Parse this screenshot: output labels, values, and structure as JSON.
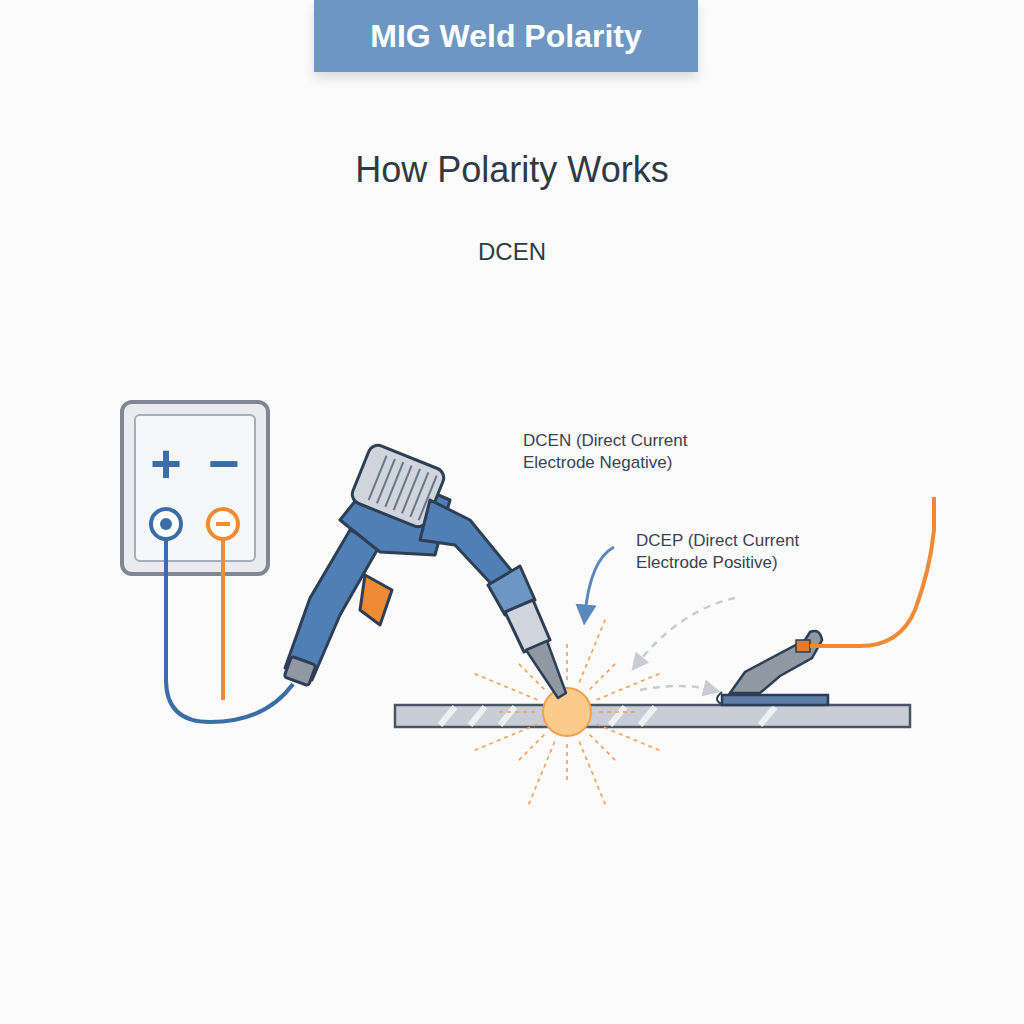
{
  "diagram": {
    "title": "MIG Weld Polarity",
    "nodes": [
      {
        "text": [
          "+",
          "−"
        ]
      }
    ],
    "labels": [
      "How Polarity Works",
      "DCEN",
      "DCEN (Direct Current Electrode Negative)",
      "DCEP (Direct Current Electrode Positive)"
    ]
  }
}
